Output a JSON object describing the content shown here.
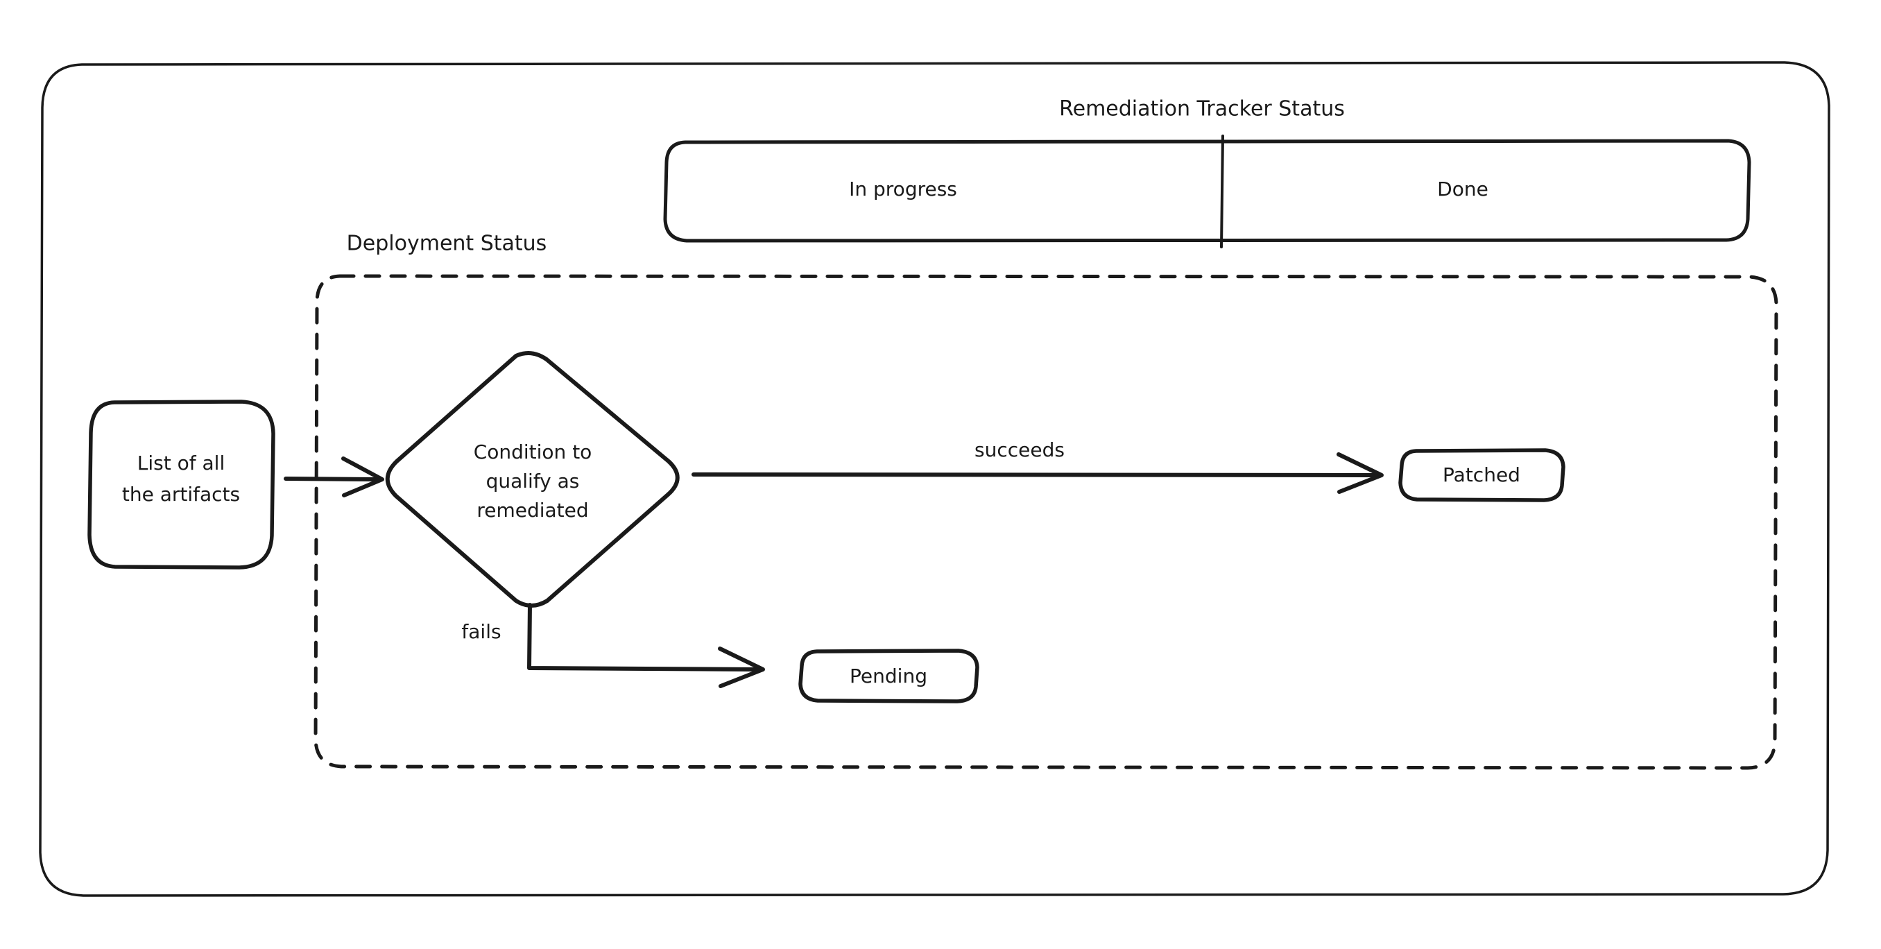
{
  "diagram": {
    "title": "Remediation Tracker Status",
    "background_color": "#ffffff",
    "stroke_color": "#1a1a1a",
    "style": "hand-drawn flowchart"
  },
  "swimlane": {
    "label": "Remediation Tracker Status",
    "cells": [
      {
        "label": "In progress"
      },
      {
        "label": "Done"
      }
    ]
  },
  "group": {
    "label": "Deployment Status",
    "border": "dashed"
  },
  "nodes": [
    {
      "id": "start",
      "label": "List of all the artifacts",
      "shape": "rounded-square"
    },
    {
      "id": "decision",
      "label": "Condition to qualify as remediated",
      "shape": "diamond",
      "lines": [
        "Condition to",
        "qualify as",
        "remediated"
      ]
    },
    {
      "id": "patched",
      "label": "Patched",
      "shape": "rounded-rect"
    },
    {
      "id": "pending",
      "label": "Pending",
      "shape": "rounded-rect"
    }
  ],
  "edges": [
    {
      "from": "start",
      "to": "decision",
      "label": ""
    },
    {
      "from": "decision",
      "to": "patched",
      "label": "succeeds"
    },
    {
      "from": "decision",
      "to": "pending",
      "label": "fails"
    }
  ],
  "start_node": {
    "line1": "List of all",
    "line2": "the artifacts"
  }
}
